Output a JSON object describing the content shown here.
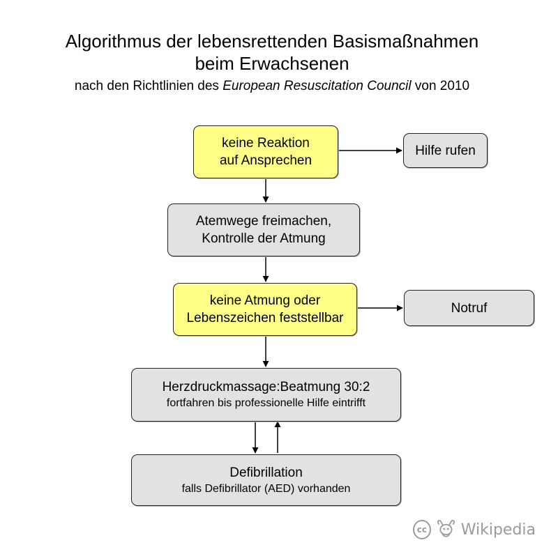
{
  "title": {
    "line1": "Algorithmus der lebensrettenden Basismaßnahmen",
    "line2": "beim Erwachsenen"
  },
  "subtitle": {
    "before": "nach den Richtlinien des",
    "italic": "European Resuscitation Council",
    "after": "von 2010"
  },
  "boxes": {
    "no_reaction": {
      "line1": "keine Reaktion",
      "line2": "auf Ansprechen",
      "color": "#ffff88"
    },
    "call_help": {
      "line1": "Hilfe rufen"
    },
    "airway": {
      "line1": "Atemwege freimachen,",
      "line2": "Kontrolle der Atmung"
    },
    "no_breathing": {
      "line1": "keine Atmung oder",
      "line2": "Lebenszeichen feststellbar",
      "color": "#ffff88"
    },
    "emergency_call": {
      "line1": "Notruf"
    },
    "cpr": {
      "line1": "Herzdruckmassage:Beatmung 30:2",
      "line2": "fortfahren bis professionelle Hilfe eintrifft"
    },
    "defib": {
      "line1": "Defibrillation",
      "line2": "falls Defibrillator (AED) vorhanden"
    }
  },
  "watermark": {
    "cc_label": "cc",
    "text": "Wikipedia",
    "cc_icon": "creative-commons-icon",
    "logo_icon": "gnu-head-icon",
    "color": "#9a9a9a"
  }
}
